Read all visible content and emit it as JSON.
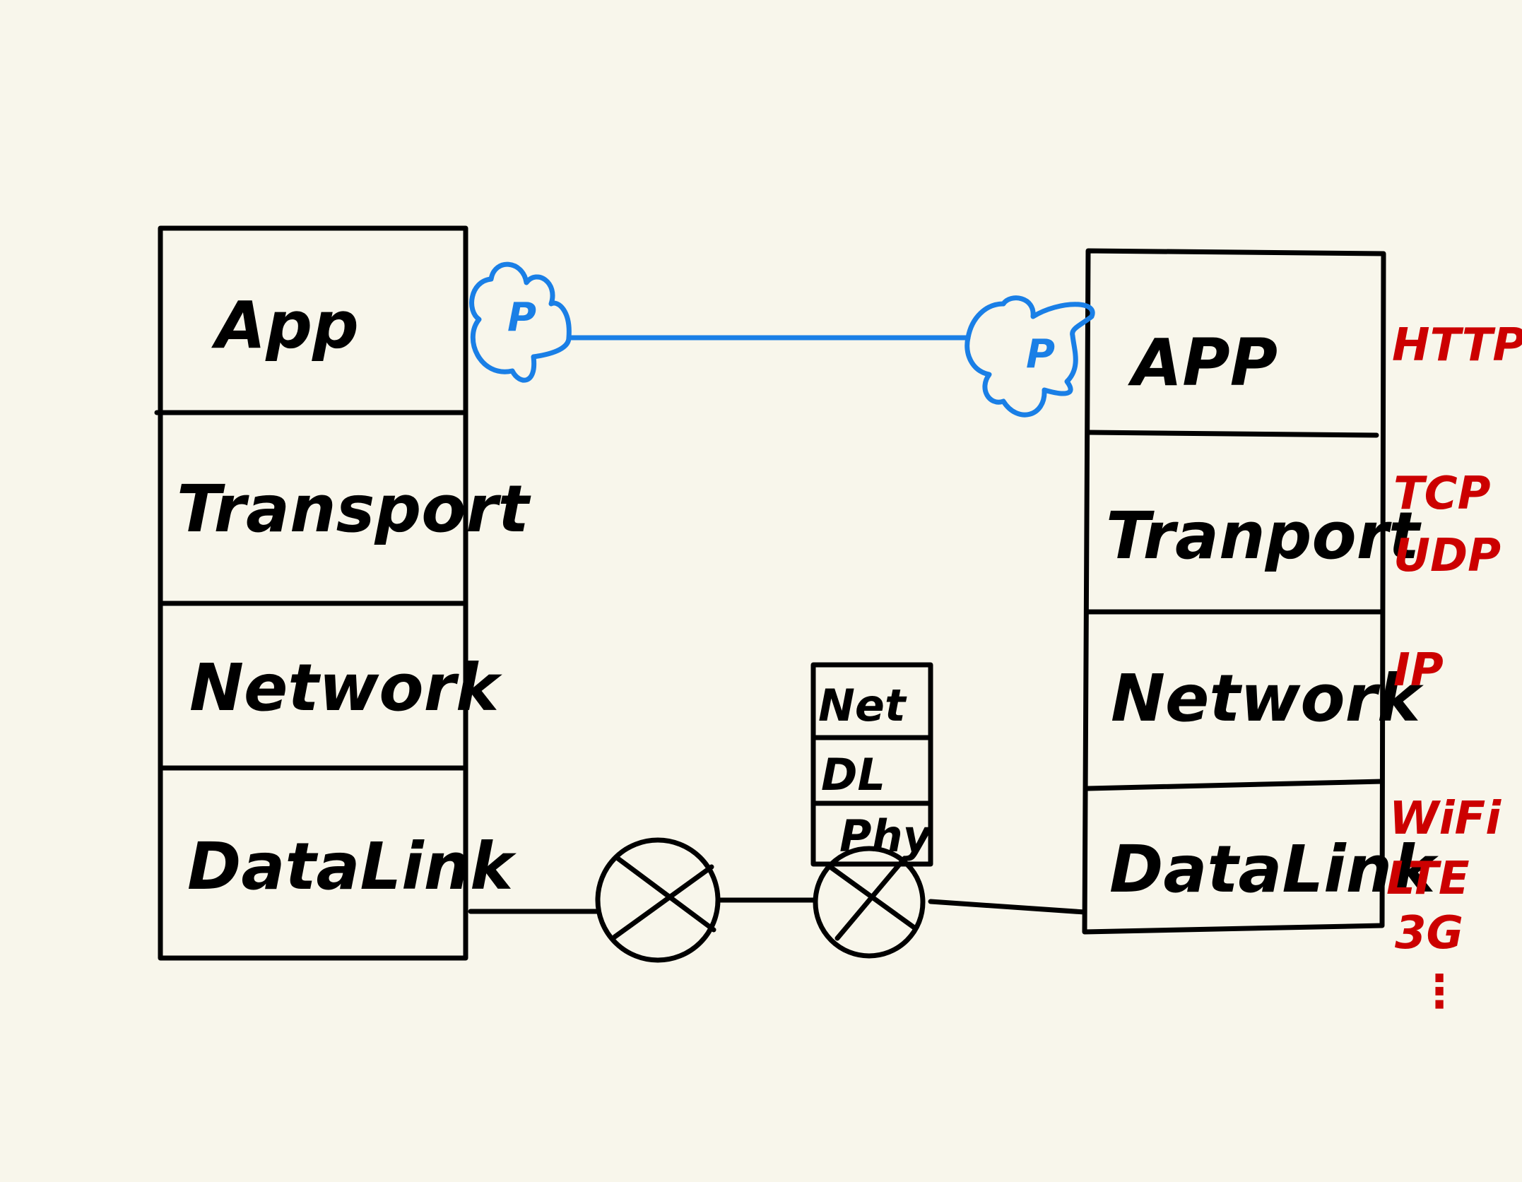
{
  "left_stack": {
    "layers": [
      "App",
      "Transport",
      "Network",
      "DataLink"
    ]
  },
  "right_stack": {
    "layers": [
      "APP",
      "Tranport",
      "Network",
      "DataLink"
    ]
  },
  "router_stack": {
    "layers": [
      "Net",
      "DL",
      "Phy"
    ]
  },
  "process_label": "P",
  "protocols": {
    "app": [
      "HTTP"
    ],
    "transport": [
      "TCP",
      "UDP"
    ],
    "network": [
      "IP"
    ],
    "datalink": [
      "WiFi",
      "LTE",
      "3G",
      "⋮"
    ]
  },
  "colors": {
    "background": "#f8f6eb",
    "ink": "#000000",
    "process": "#1a7fe6",
    "protocol": "#cc0000"
  }
}
